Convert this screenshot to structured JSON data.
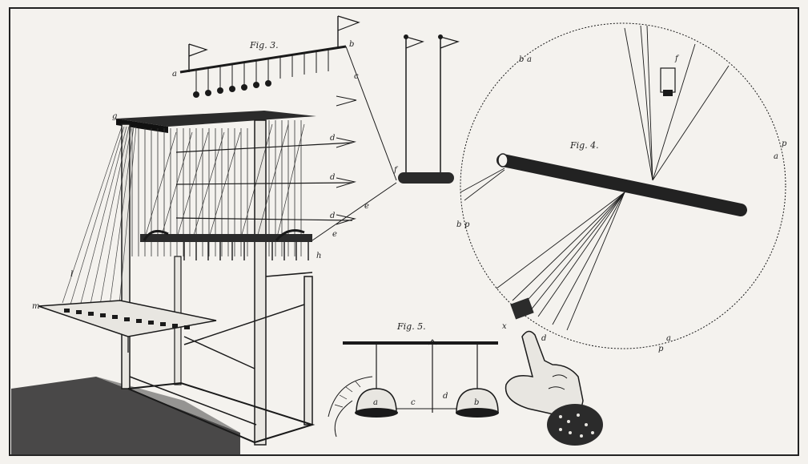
{
  "figures": {
    "fig3": {
      "title": "Fig. 3."
    },
    "fig4": {
      "title": "Fig. 4."
    },
    "fig5": {
      "title": "Fig. 5."
    }
  },
  "letters": {
    "fig3": [
      "a",
      "b",
      "c",
      "d",
      "d",
      "d",
      "e",
      "e",
      "f",
      "g",
      "h",
      "l",
      "m"
    ],
    "fig4": [
      "b",
      "a",
      "a",
      "p",
      "p",
      "b",
      "p",
      "a",
      "f",
      "d",
      "x"
    ],
    "fig5": [
      "a",
      "c",
      "d",
      "b"
    ]
  },
  "colors": {
    "paper": "#f4f2ee",
    "ink": "#1a1a1a",
    "shadow": "#2a2a2a"
  }
}
